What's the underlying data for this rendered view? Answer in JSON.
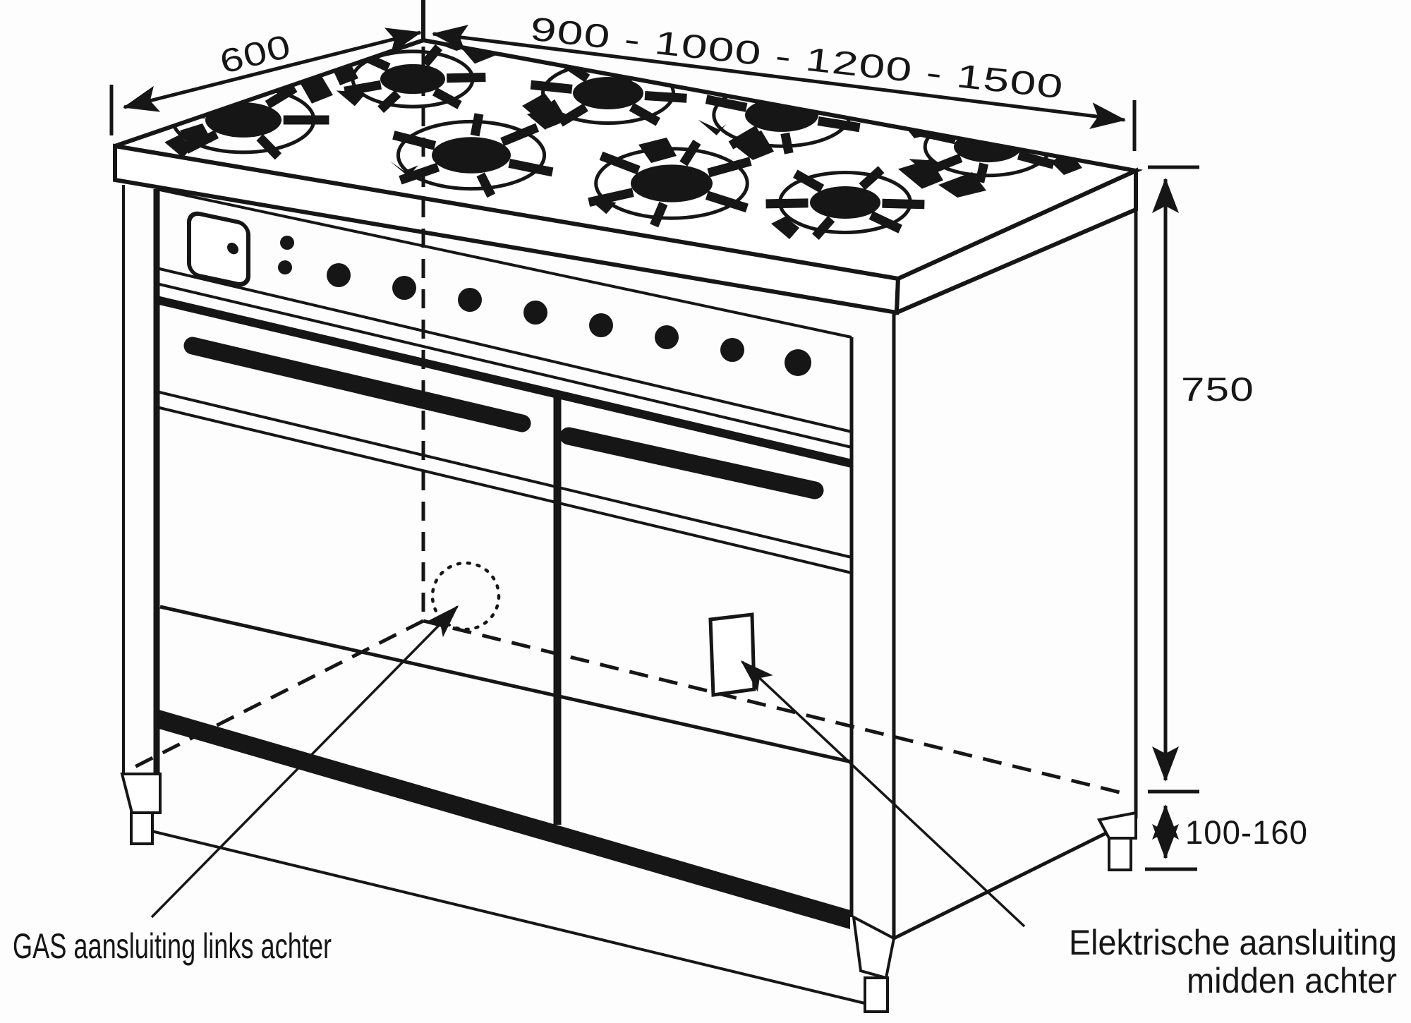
{
  "dimensions": {
    "width_label": "900 - 1000 - 1200 - 1500",
    "depth_label": "600",
    "height_label": "750",
    "leg_height_label": "100-160"
  },
  "callouts": {
    "gas_label": "GAS aansluiting links achter",
    "electric_label_line1": "Elektrische aansluiting",
    "electric_label_line2": "midden achter"
  },
  "colors": {
    "line": "#161616",
    "background": "#fdfdfd"
  }
}
